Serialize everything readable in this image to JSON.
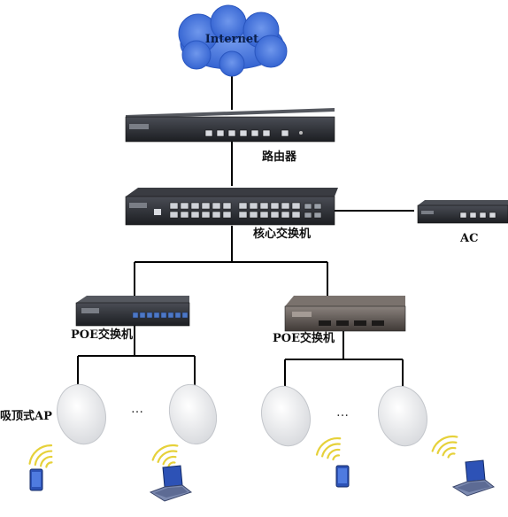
{
  "cloud": {
    "label": "Internet",
    "color": "#3f6fd8"
  },
  "router": {
    "label": "路由器"
  },
  "core_switch": {
    "label": "核心交换机"
  },
  "ac": {
    "label": "AC"
  },
  "poe_left": {
    "label": "POE交换机"
  },
  "poe_right": {
    "label": "POE交换机"
  },
  "ap_group": {
    "label": "吸顶式AP"
  },
  "ellipsis": {
    "left": "…",
    "right": "…"
  },
  "colors": {
    "device_dark": "#2b2d33",
    "device_bronze": "#5c5450",
    "poe_port_blue": "#4c78c6",
    "wifi_yellow": "#e6d13a",
    "laptop_blue": "#2d52b6",
    "line": "#000000"
  }
}
